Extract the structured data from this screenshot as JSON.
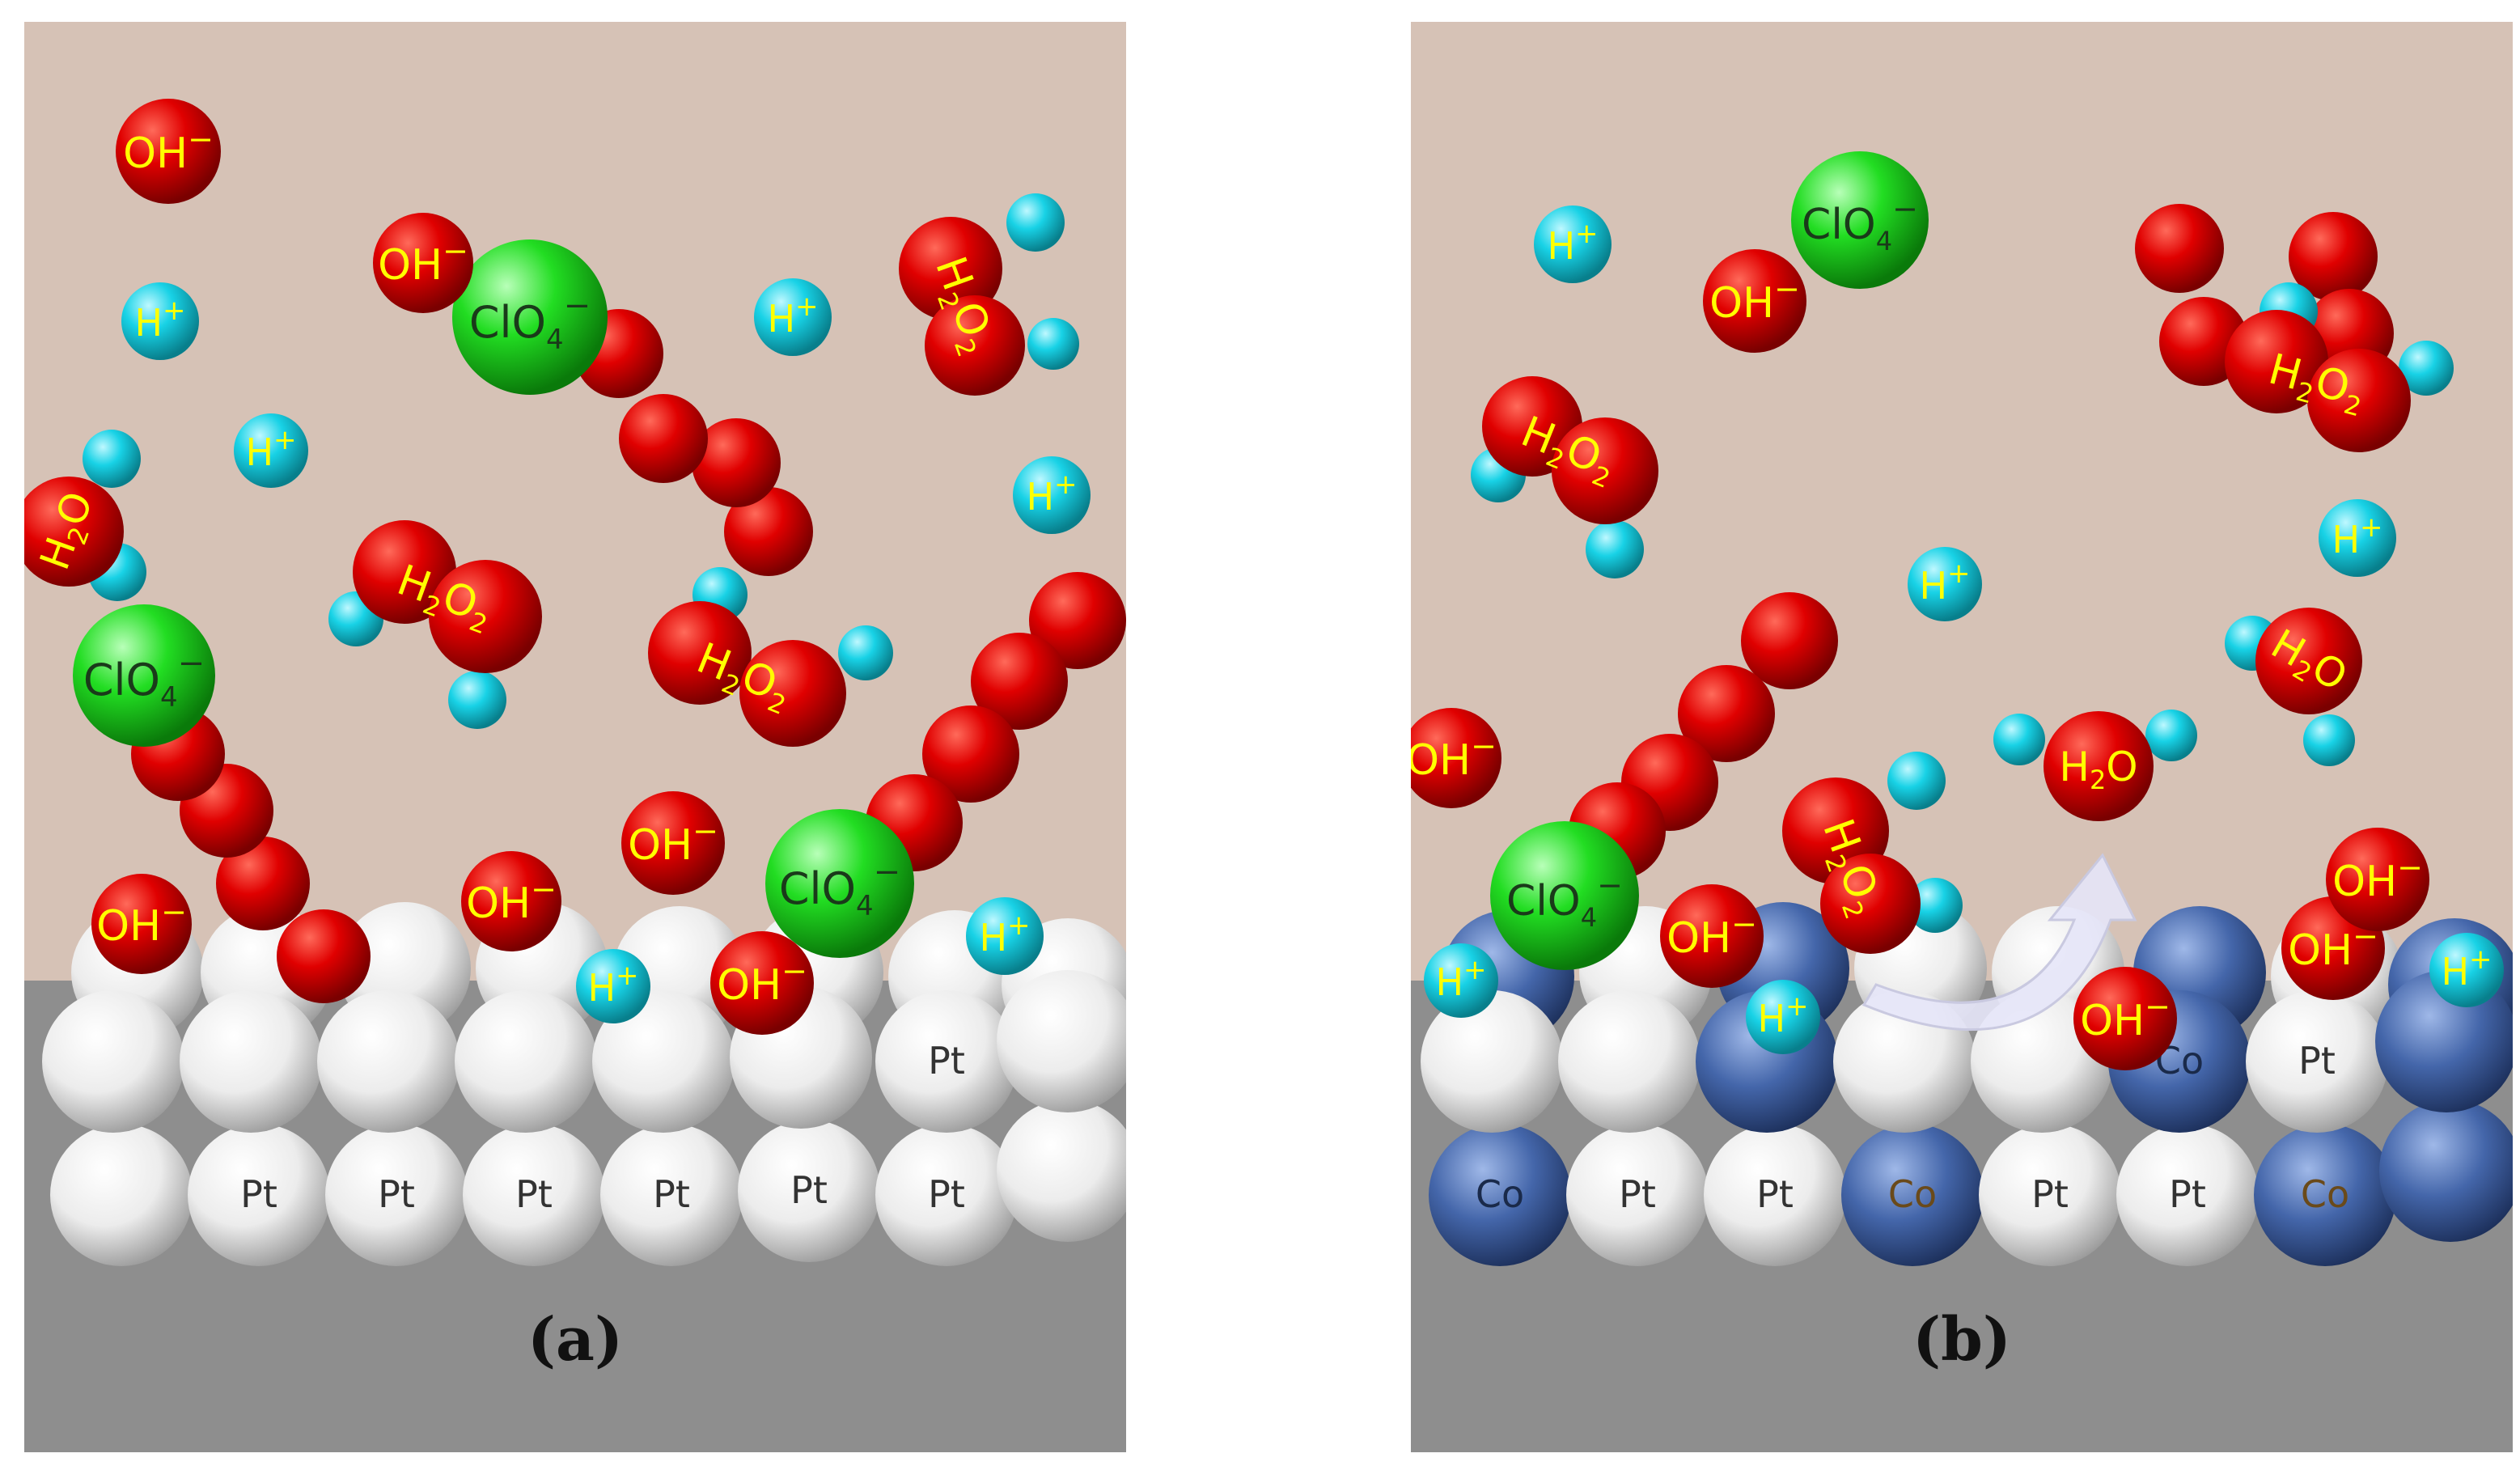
{
  "colors": {
    "solution": "#d6c2b6",
    "substrate": "#8e8e8e",
    "oxygen": "#e00000",
    "hydrogen": "#18d2e6",
    "perchlorate": "#22dd22",
    "platinum": "#f2f2f2",
    "cobalt": "#4466aa",
    "molecule_label": "#ffff00",
    "atom_label": "#333333",
    "arrow": "#e6e6f8"
  },
  "labels": {
    "hydroxide": "OH",
    "hydroxide_charge": "−",
    "proton": "H",
    "proton_charge": "+",
    "water": "H",
    "water_sub": "2",
    "water_tail": "O",
    "peroxide_h": "H",
    "peroxide_h_sub": "2",
    "peroxide_o": "O",
    "peroxide_o_sub": "2",
    "perchlorate": "ClO",
    "perchlorate_sub": "4",
    "perchlorate_charge": "−",
    "platinum": "Pt",
    "cobalt": "Co"
  },
  "panels": [
    {
      "id": "a",
      "label": "(a)",
      "surface": "Pt"
    },
    {
      "id": "b",
      "label": "(b)",
      "surface": "Pt-Co"
    }
  ]
}
